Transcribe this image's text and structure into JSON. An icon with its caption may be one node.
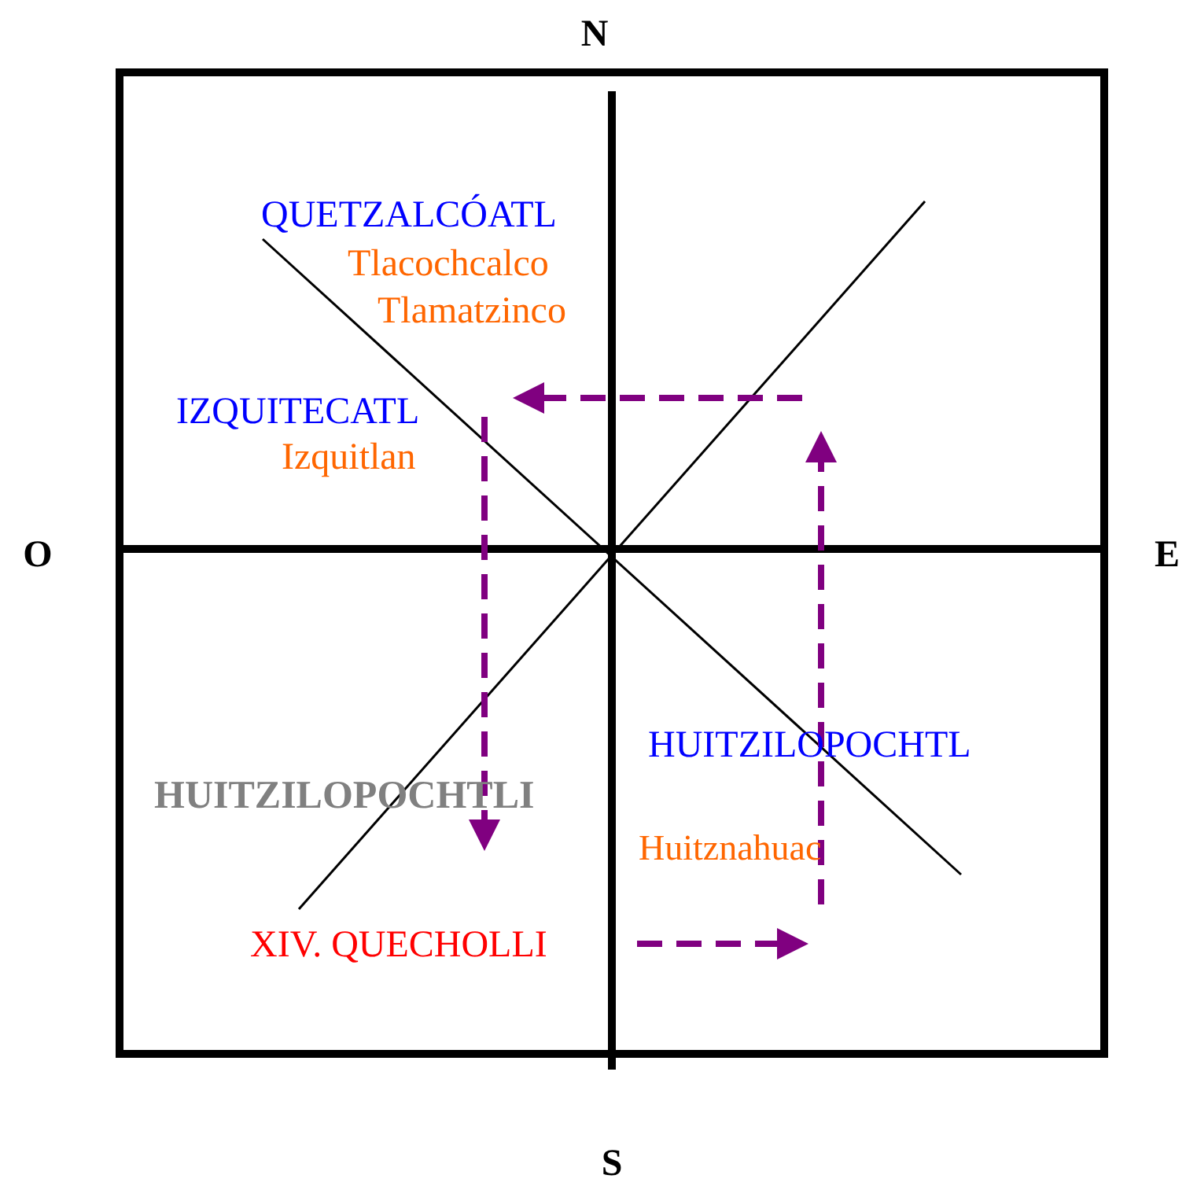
{
  "diagram": {
    "labels": [
      "N",
      "O",
      "E",
      "S",
      "QUETZALCÓATL",
      "Tlacochcalco",
      "Tlamatzinco",
      "IZQUITECATL",
      "Izquitlan",
      "HUITZILOPOCHTL",
      "HUITZILOPOCHTLI",
      "Huitznahuac",
      "XIV. QUECHOLLI"
    ]
  }
}
